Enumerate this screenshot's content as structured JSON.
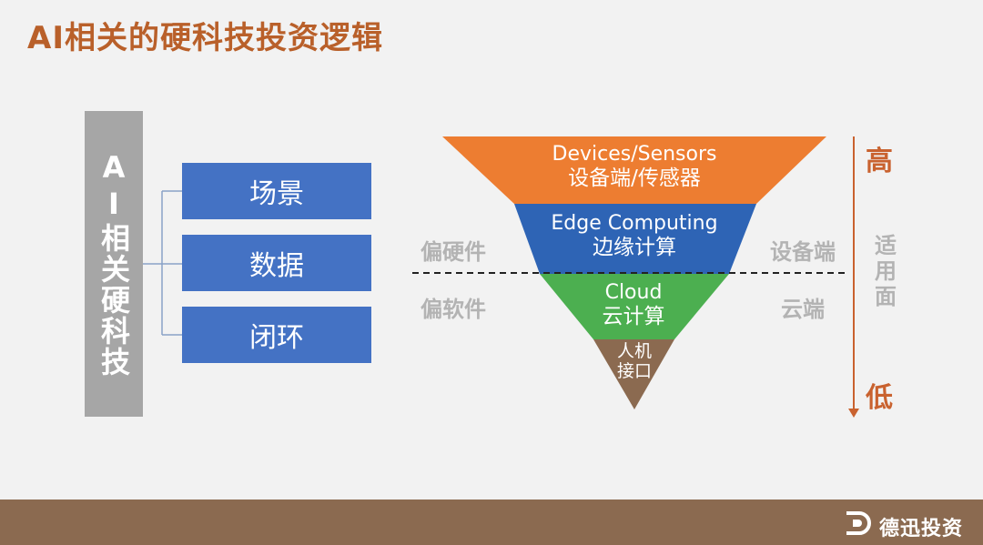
{
  "title": "AI相关的硬科技投资逻辑",
  "left_bar": {
    "text": "AI相关硬科技"
  },
  "boxes": [
    "场景",
    "数据",
    "闭环"
  ],
  "pyramid": {
    "layers": [
      {
        "en": "Devices/Sensors",
        "zh": "设备端/传感器",
        "color": "#ed7d31"
      },
      {
        "en": "Edge Computing",
        "zh": "边缘计算",
        "color": "#2e64b5"
      },
      {
        "en": "Cloud",
        "zh": "云计算",
        "color": "#4caf50"
      },
      {
        "en": "人机",
        "zh": "接口",
        "color": "#8b6a50"
      }
    ]
  },
  "side_labels": {
    "hardware": "偏硬件",
    "software": "偏软件",
    "device_end": "设备端",
    "cloud_end": "云端"
  },
  "scale": {
    "high": "高",
    "middle": "适用面",
    "low": "低"
  },
  "footer": {
    "brand": "德迅投资"
  }
}
